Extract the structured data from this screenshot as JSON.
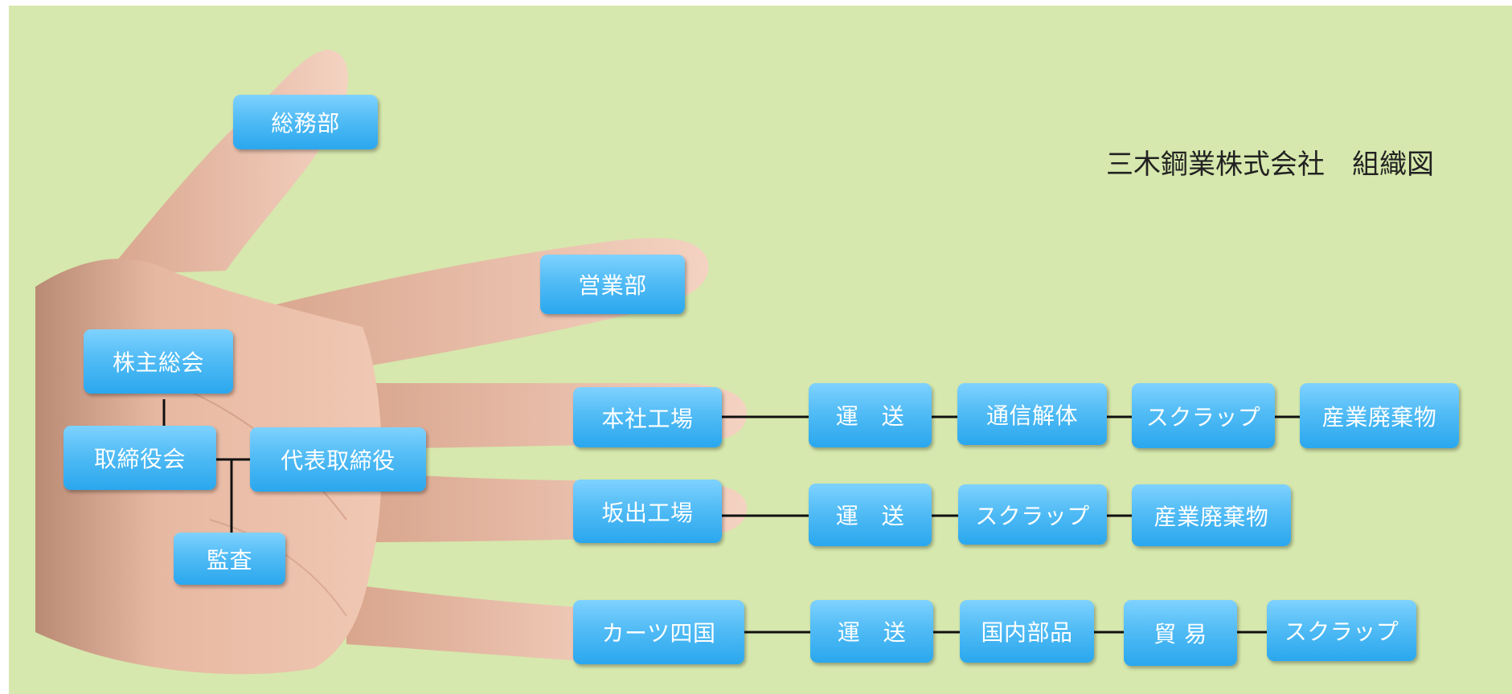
{
  "title": "三木鋼業株式会社　組織図",
  "colors": {
    "background": "#d6e8ad",
    "box_top": "#7fd2ff",
    "box_bottom": "#2aa7ee",
    "box_text": "#ffffff",
    "line": "#111111",
    "title_text": "#222222"
  },
  "left_org": {
    "shareholders": "株主総会",
    "board": "取締役会",
    "president": "代表取締役",
    "audit": "監査"
  },
  "departments": {
    "general_affairs": "総務部",
    "sales": "営業部"
  },
  "rows": [
    {
      "head": "本社工場",
      "items": [
        "運　送",
        "通信解体",
        "スクラップ",
        "産業廃棄物"
      ]
    },
    {
      "head": "坂出工場",
      "items": [
        "運　送",
        "スクラップ",
        "産業廃棄物"
      ]
    },
    {
      "head": "カーツ四国",
      "items": [
        "運　送",
        "国内部品",
        "貿 易",
        "スクラップ"
      ]
    }
  ]
}
